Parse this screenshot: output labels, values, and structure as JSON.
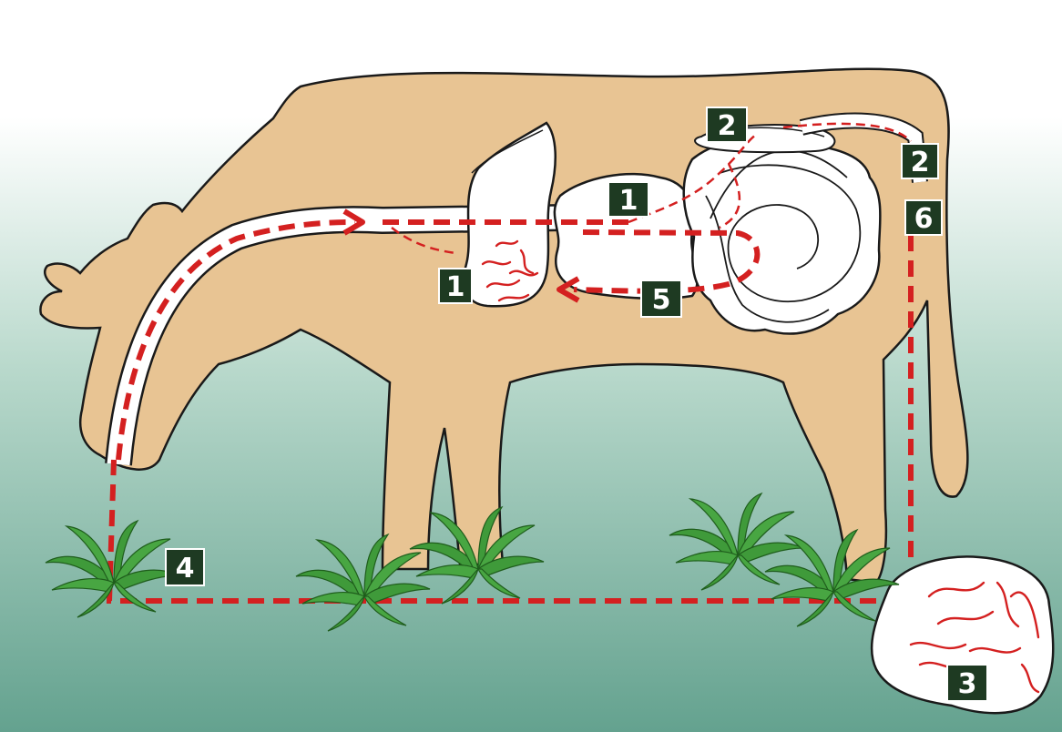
{
  "colors": {
    "cow_body": "#e8c493",
    "outline": "#1a1a1a",
    "organ_fill": "#ffffff",
    "path_red": "#d42020",
    "worm_red": "#d42020",
    "grass_green": "#3f9a3a",
    "badge_bg": "#1e3a22",
    "badge_text": "#ffffff",
    "bg_top": "#ffffff",
    "bg_bottom": "#6aa795"
  },
  "icons": [
    "cow-silhouette",
    "grass-tuft",
    "worm",
    "dung-pat"
  ],
  "markers": [
    {
      "name": "marker-1-rumen",
      "label": "1"
    },
    {
      "name": "marker-1-abomasum",
      "label": "1"
    },
    {
      "name": "marker-2-intestine",
      "label": "2"
    },
    {
      "name": "marker-2-rectum",
      "label": "2"
    },
    {
      "name": "marker-3-dung",
      "label": "3"
    },
    {
      "name": "marker-4-pasture",
      "label": "4"
    },
    {
      "name": "marker-5-return",
      "label": "5"
    },
    {
      "name": "marker-6-excretion",
      "label": "6"
    }
  ]
}
